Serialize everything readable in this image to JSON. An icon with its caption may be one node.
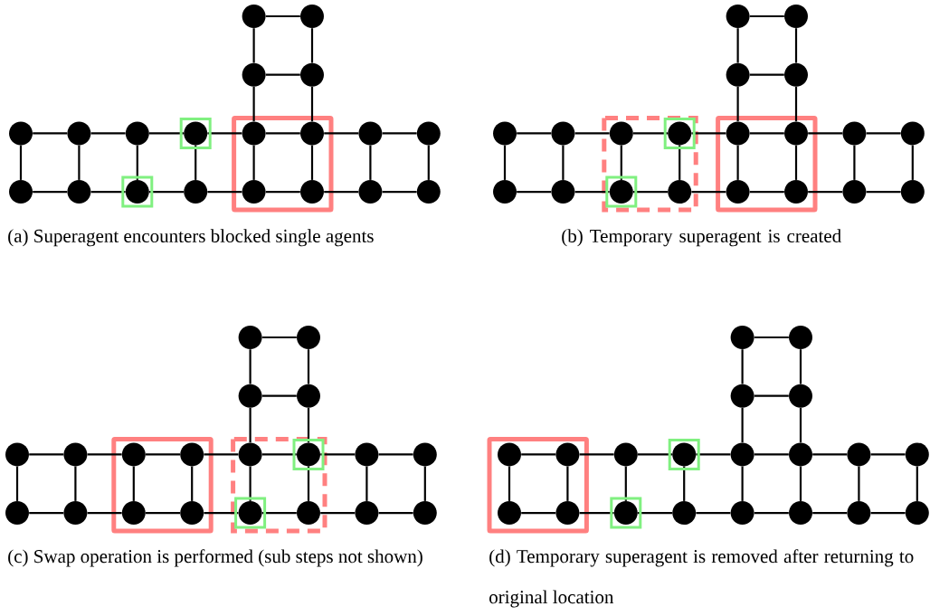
{
  "diagram": {
    "nodes": [
      {
        "text": [],
        "shape": "circle"
      },
      {
        "text": [],
        "shape": "circle"
      },
      {
        "text": [],
        "shape": "circle"
      },
      {
        "text": [],
        "shape": "circle"
      },
      {
        "text": [],
        "shape": "circle"
      },
      {
        "text": [],
        "shape": "circle"
      },
      {
        "text": [],
        "shape": "circle"
      },
      {
        "text": [],
        "shape": "circle"
      },
      {
        "text": [],
        "shape": "circle"
      },
      {
        "text": [],
        "shape": "circle"
      },
      {
        "text": [],
        "shape": "circle"
      },
      {
        "text": [],
        "shape": "circle"
      },
      {
        "text": [],
        "shape": "circle"
      },
      {
        "text": [],
        "shape": "circle"
      },
      {
        "text": [],
        "shape": "circle"
      },
      {
        "text": [],
        "shape": "circle"
      },
      {
        "text": [],
        "shape": "circle"
      },
      {
        "text": [],
        "shape": "circle"
      },
      {
        "text": [],
        "shape": "circle"
      },
      {
        "text": [],
        "shape": "circle"
      },
      {
        "text": [],
        "shape": "circle"
      },
      {
        "text": [],
        "shape": "circle"
      },
      {
        "text": [],
        "shape": "circle"
      },
      {
        "text": [],
        "shape": "circle"
      },
      {
        "text": [],
        "shape": "circle"
      },
      {
        "text": [],
        "shape": "circle"
      },
      {
        "text": [],
        "shape": "circle"
      },
      {
        "text": [],
        "shape": "circle"
      },
      {
        "text": [],
        "shape": "circle"
      },
      {
        "text": [],
        "shape": "circle"
      },
      {
        "text": [],
        "shape": "circle"
      },
      {
        "text": [],
        "shape": "circle"
      },
      {
        "text": [],
        "shape": "circle"
      },
      {
        "text": [],
        "shape": "circle"
      },
      {
        "text": [],
        "shape": "circle"
      },
      {
        "text": [],
        "shape": "circle"
      },
      {
        "text": [],
        "shape": "circle"
      },
      {
        "text": [],
        "shape": "circle"
      },
      {
        "text": [],
        "shape": "circle"
      },
      {
        "text": [],
        "shape": "circle"
      },
      {
        "text": [],
        "shape": "circle"
      },
      {
        "text": [],
        "shape": "circle"
      },
      {
        "text": [],
        "shape": "circle"
      },
      {
        "text": [],
        "shape": "circle"
      },
      {
        "text": [],
        "shape": "circle"
      },
      {
        "text": [],
        "shape": "circle"
      },
      {
        "text": [],
        "shape": "circle"
      },
      {
        "text": [],
        "shape": "circle"
      },
      {
        "text": [],
        "shape": "circle"
      },
      {
        "text": [],
        "shape": "circle"
      },
      {
        "text": [],
        "shape": "circle"
      },
      {
        "text": [],
        "shape": "circle"
      },
      {
        "text": [],
        "shape": "circle"
      },
      {
        "text": [],
        "shape": "circle"
      },
      {
        "text": [],
        "shape": "circle"
      },
      {
        "text": [],
        "shape": "circle"
      },
      {
        "text": [],
        "shape": "circle"
      },
      {
        "text": [],
        "shape": "circle"
      },
      {
        "text": [],
        "shape": "circle"
      },
      {
        "text": [],
        "shape": "circle"
      },
      {
        "text": [],
        "shape": "circle"
      },
      {
        "text": [],
        "shape": "circle"
      },
      {
        "text": [],
        "shape": "circle"
      },
      {
        "text": [],
        "shape": "circle"
      },
      {
        "text": [],
        "shape": "circle"
      },
      {
        "text": [],
        "shape": "circle"
      },
      {
        "text": [],
        "shape": "circle"
      },
      {
        "text": [],
        "shape": "circle"
      },
      {
        "text": [],
        "shape": "circle"
      },
      {
        "text": [],
        "shape": "circle"
      },
      {
        "text": [],
        "shape": "circle"
      },
      {
        "text": [],
        "shape": "circle"
      },
      {
        "text": [],
        "shape": "circle"
      },
      {
        "text": [],
        "shape": "circle"
      },
      {
        "text": [],
        "shape": "circle"
      },
      {
        "text": [],
        "shape": "circle"
      },
      {
        "text": [],
        "shape": "circle"
      },
      {
        "text": [],
        "shape": "circle"
      },
      {
        "text": [],
        "shape": "circle"
      },
      {
        "text": [],
        "shape": "circle"
      }
    ],
    "edges": [
      {
        "from": 0,
        "to": 1,
        "arrow": "none"
      },
      {
        "from": 0,
        "to": 2,
        "arrow": "none"
      },
      {
        "from": 1,
        "to": 3,
        "arrow": "none"
      },
      {
        "from": 2,
        "to": 3,
        "arrow": "none"
      },
      {
        "from": 2,
        "to": 8,
        "arrow": "none"
      },
      {
        "from": 3,
        "to": 9,
        "arrow": "none"
      },
      {
        "from": 4,
        "to": 5,
        "arrow": "none"
      },
      {
        "from": 5,
        "to": 6,
        "arrow": "none"
      },
      {
        "from": 6,
        "to": 7,
        "arrow": "none"
      },
      {
        "from": 7,
        "to": 8,
        "arrow": "none"
      },
      {
        "from": 8,
        "to": 9,
        "arrow": "none"
      },
      {
        "from": 9,
        "to": 10,
        "arrow": "none"
      },
      {
        "from": 10,
        "to": 11,
        "arrow": "none"
      },
      {
        "from": 12,
        "to": 13,
        "arrow": "none"
      },
      {
        "from": 13,
        "to": 14,
        "arrow": "none"
      },
      {
        "from": 14,
        "to": 15,
        "arrow": "none"
      },
      {
        "from": 15,
        "to": 16,
        "arrow": "none"
      },
      {
        "from": 16,
        "to": 17,
        "arrow": "none"
      },
      {
        "from": 17,
        "to": 18,
        "arrow": "none"
      },
      {
        "from": 18,
        "to": 19,
        "arrow": "none"
      },
      {
        "from": 4,
        "to": 12,
        "arrow": "none"
      },
      {
        "from": 5,
        "to": 13,
        "arrow": "none"
      },
      {
        "from": 6,
        "to": 14,
        "arrow": "none"
      },
      {
        "from": 7,
        "to": 15,
        "arrow": "none"
      },
      {
        "from": 8,
        "to": 16,
        "arrow": "none"
      },
      {
        "from": 9,
        "to": 17,
        "arrow": "none"
      },
      {
        "from": 10,
        "to": 18,
        "arrow": "none"
      },
      {
        "from": 11,
        "to": 19,
        "arrow": "none"
      },
      {
        "from": 20,
        "to": 21,
        "arrow": "none"
      },
      {
        "from": 20,
        "to": 22,
        "arrow": "none"
      },
      {
        "from": 21,
        "to": 23,
        "arrow": "none"
      },
      {
        "from": 22,
        "to": 23,
        "arrow": "none"
      },
      {
        "from": 22,
        "to": 28,
        "arrow": "none"
      },
      {
        "from": 23,
        "to": 29,
        "arrow": "none"
      },
      {
        "from": 24,
        "to": 25,
        "arrow": "none"
      },
      {
        "from": 25,
        "to": 26,
        "arrow": "none"
      },
      {
        "from": 26,
        "to": 27,
        "arrow": "none"
      },
      {
        "from": 27,
        "to": 28,
        "arrow": "none"
      },
      {
        "from": 28,
        "to": 29,
        "arrow": "none"
      },
      {
        "from": 29,
        "to": 30,
        "arrow": "none"
      },
      {
        "from": 30,
        "to": 31,
        "arrow": "none"
      },
      {
        "from": 32,
        "to": 33,
        "arrow": "none"
      },
      {
        "from": 33,
        "to": 34,
        "arrow": "none"
      },
      {
        "from": 34,
        "to": 35,
        "arrow": "none"
      },
      {
        "from": 35,
        "to": 36,
        "arrow": "none"
      },
      {
        "from": 36,
        "to": 37,
        "arrow": "none"
      },
      {
        "from": 37,
        "to": 38,
        "arrow": "none"
      },
      {
        "from": 38,
        "to": 39,
        "arrow": "none"
      },
      {
        "from": 24,
        "to": 32,
        "arrow": "none"
      },
      {
        "from": 25,
        "to": 33,
        "arrow": "none"
      },
      {
        "from": 26,
        "to": 34,
        "arrow": "none"
      },
      {
        "from": 27,
        "to": 35,
        "arrow": "none"
      },
      {
        "from": 28,
        "to": 36,
        "arrow": "none"
      },
      {
        "from": 29,
        "to": 37,
        "arrow": "none"
      },
      {
        "from": 30,
        "to": 38,
        "arrow": "none"
      },
      {
        "from": 31,
        "to": 39,
        "arrow": "none"
      },
      {
        "from": 40,
        "to": 41,
        "arrow": "none"
      },
      {
        "from": 40,
        "to": 42,
        "arrow": "none"
      },
      {
        "from": 41,
        "to": 43,
        "arrow": "none"
      },
      {
        "from": 42,
        "to": 43,
        "arrow": "none"
      },
      {
        "from": 42,
        "to": 48,
        "arrow": "none"
      },
      {
        "from": 43,
        "to": 49,
        "arrow": "none"
      },
      {
        "from": 44,
        "to": 45,
        "arrow": "none"
      },
      {
        "from": 45,
        "to": 46,
        "arrow": "none"
      },
      {
        "from": 46,
        "to": 47,
        "arrow": "none"
      },
      {
        "from": 47,
        "to": 48,
        "arrow": "none"
      },
      {
        "from": 48,
        "to": 49,
        "arrow": "none"
      },
      {
        "from": 49,
        "to": 50,
        "arrow": "none"
      },
      {
        "from": 50,
        "to": 51,
        "arrow": "none"
      },
      {
        "from": 52,
        "to": 53,
        "arrow": "none"
      },
      {
        "from": 53,
        "to": 54,
        "arrow": "none"
      },
      {
        "from": 54,
        "to": 55,
        "arrow": "none"
      },
      {
        "from": 55,
        "to": 56,
        "arrow": "none"
      },
      {
        "from": 56,
        "to": 57,
        "arrow": "none"
      },
      {
        "from": 57,
        "to": 58,
        "arrow": "none"
      },
      {
        "from": 58,
        "to": 59,
        "arrow": "none"
      },
      {
        "from": 44,
        "to": 52,
        "arrow": "none"
      },
      {
        "from": 45,
        "to": 53,
        "arrow": "none"
      },
      {
        "from": 46,
        "to": 54,
        "arrow": "none"
      },
      {
        "from": 47,
        "to": 55,
        "arrow": "none"
      },
      {
        "from": 48,
        "to": 56,
        "arrow": "none"
      },
      {
        "from": 49,
        "to": 57,
        "arrow": "none"
      },
      {
        "from": 50,
        "to": 58,
        "arrow": "none"
      },
      {
        "from": 51,
        "to": 59,
        "arrow": "none"
      },
      {
        "from": 60,
        "to": 61,
        "arrow": "none"
      },
      {
        "from": 60,
        "to": 62,
        "arrow": "none"
      },
      {
        "from": 61,
        "to": 63,
        "arrow": "none"
      },
      {
        "from": 62,
        "to": 63,
        "arrow": "none"
      },
      {
        "from": 62,
        "to": 68,
        "arrow": "none"
      },
      {
        "from": 63,
        "to": 69,
        "arrow": "none"
      },
      {
        "from": 64,
        "to": 65,
        "arrow": "none"
      },
      {
        "from": 65,
        "to": 66,
        "arrow": "none"
      },
      {
        "from": 66,
        "to": 67,
        "arrow": "none"
      },
      {
        "from": 67,
        "to": 68,
        "arrow": "none"
      },
      {
        "from": 68,
        "to": 69,
        "arrow": "none"
      },
      {
        "from": 69,
        "to": 70,
        "arrow": "none"
      },
      {
        "from": 70,
        "to": 71,
        "arrow": "none"
      },
      {
        "from": 72,
        "to": 73,
        "arrow": "none"
      },
      {
        "from": 73,
        "to": 74,
        "arrow": "none"
      },
      {
        "from": 74,
        "to": 75,
        "arrow": "none"
      },
      {
        "from": 75,
        "to": 76,
        "arrow": "none"
      },
      {
        "from": 76,
        "to": 77,
        "arrow": "none"
      },
      {
        "from": 77,
        "to": 78,
        "arrow": "none"
      },
      {
        "from": 78,
        "to": 79,
        "arrow": "none"
      },
      {
        "from": 64,
        "to": 72,
        "arrow": "none"
      },
      {
        "from": 65,
        "to": 73,
        "arrow": "none"
      },
      {
        "from": 66,
        "to": 74,
        "arrow": "none"
      },
      {
        "from": 67,
        "to": 75,
        "arrow": "none"
      },
      {
        "from": 68,
        "to": 76,
        "arrow": "none"
      },
      {
        "from": 69,
        "to": 77,
        "arrow": "none"
      },
      {
        "from": 70,
        "to": 78,
        "arrow": "none"
      },
      {
        "from": 71,
        "to": 79,
        "arrow": "none"
      }
    ],
    "labels": [
      "(a) Superagent encounters blocked single agents",
      "(b) Temporary superagent is created",
      "(c) Swap operation is performed (sub steps not shown)",
      "(d) Temporary superagent is removed after returning to original location"
    ]
  }
}
